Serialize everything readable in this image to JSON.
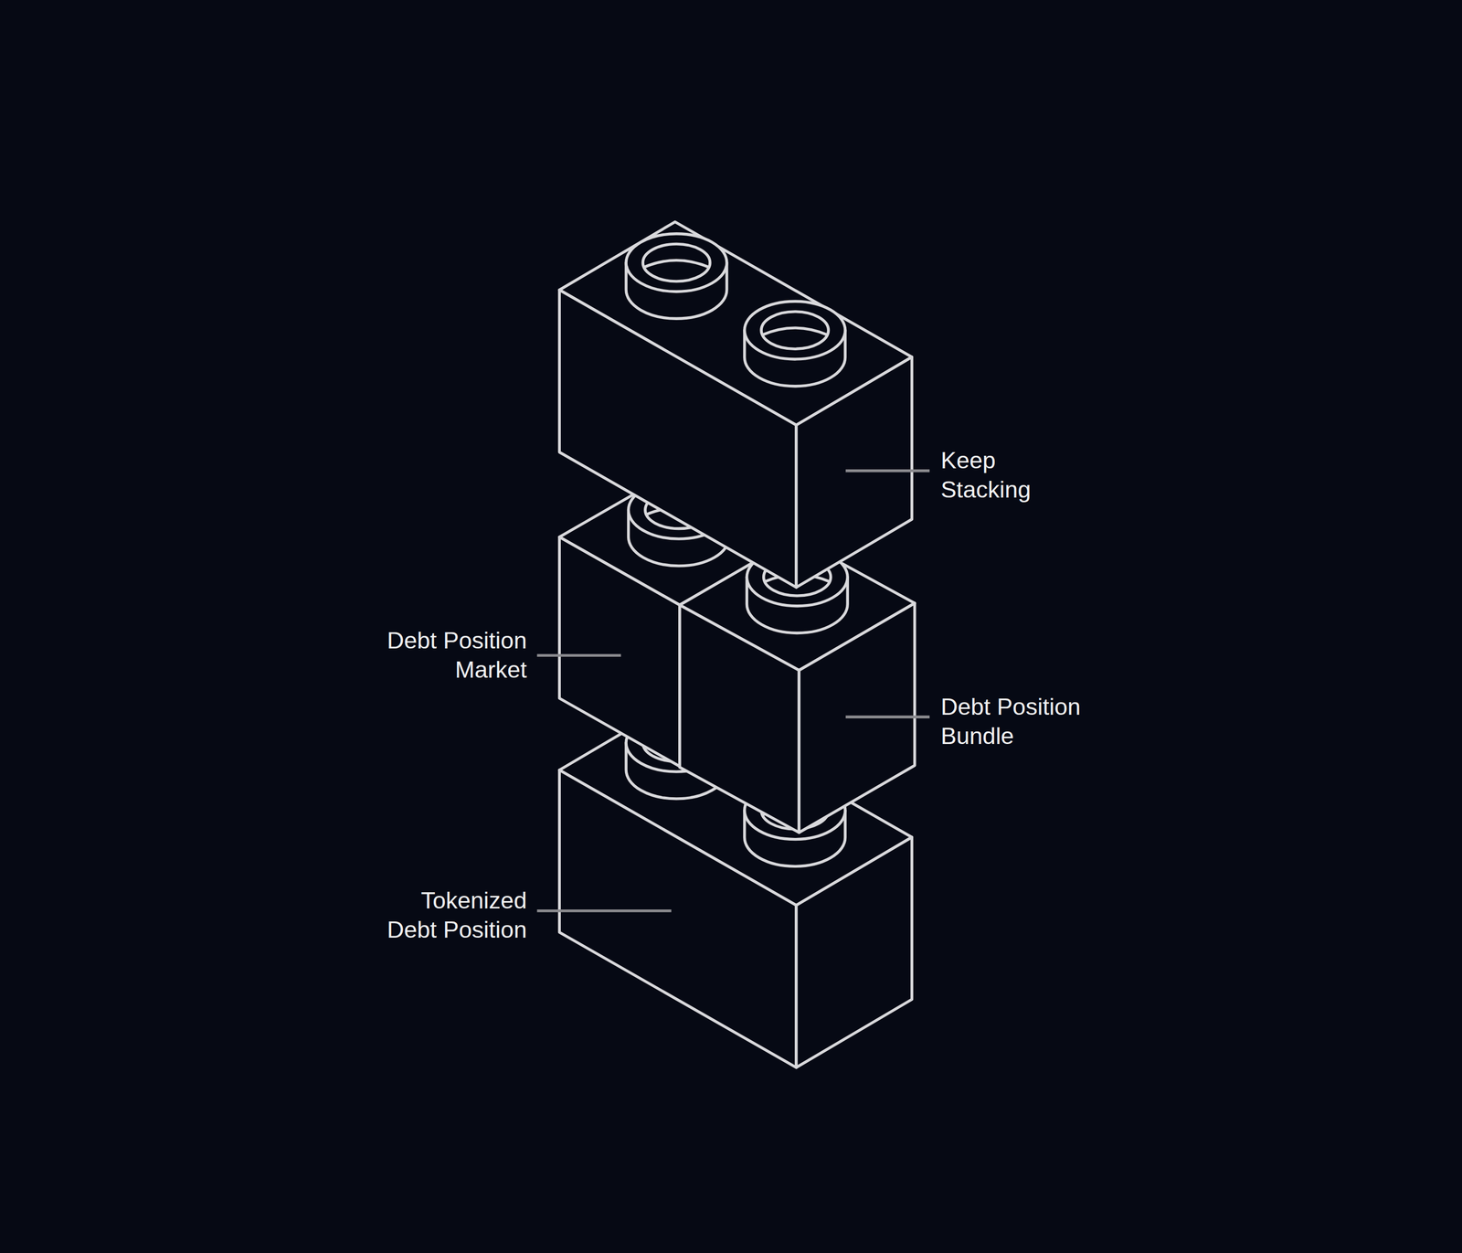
{
  "diagram": {
    "labels": [
      "Keep Stacking",
      "Debt Position Market",
      "Debt Position Bundle",
      "Tokenized Debt Position"
    ]
  }
}
